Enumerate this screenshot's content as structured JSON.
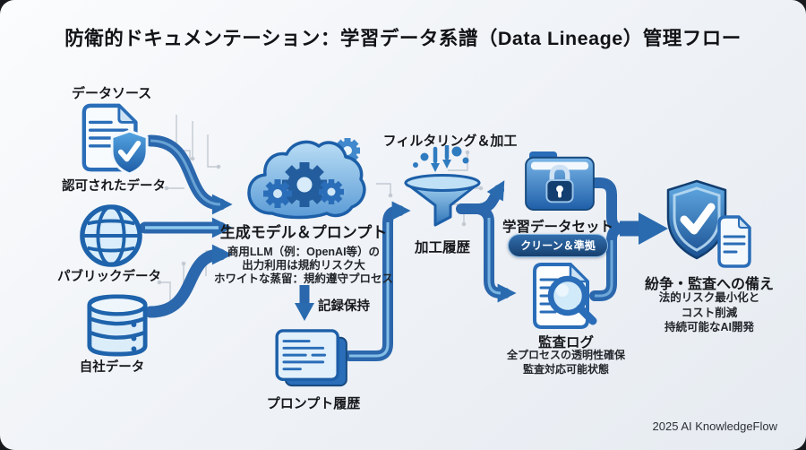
{
  "title": "防衛的ドキュメンテーション：学習データ系譜（Data Lineage）管理フロー",
  "footer": "2025 AI KnowledgeFlow",
  "colors": {
    "arrow_blue": "#2a6bb0",
    "icon_blue": "#2a6db8",
    "badge_bg": "#16406f",
    "badge_text": "#ffffff",
    "background": "#eef2f6"
  },
  "sources": {
    "heading": "データソース",
    "items": [
      {
        "label": "認可されたデータ",
        "icon": "document-shield-check-icon"
      },
      {
        "label": "パブリックデータ",
        "icon": "globe-icon"
      },
      {
        "label": "自社データ",
        "icon": "database-icon"
      }
    ]
  },
  "model": {
    "icon": "cloud-gears-icon",
    "title": "生成モデル＆プロンプト",
    "lines": [
      "商用LLM（例：OpenAI等）の",
      "出力利用は規約リスク大",
      "ホワイトな蒸留：規約遵守プロセス"
    ]
  },
  "record": {
    "label": "記録保持"
  },
  "prompt_history": {
    "icon": "documents-stack-icon",
    "label": "プロンプト履歴"
  },
  "filtering": {
    "icon": "funnel-icon",
    "heading": "フィルタリング＆加工",
    "label": "加工履歴"
  },
  "dataset": {
    "icon": "folder-lock-icon",
    "label": "学習データセット",
    "badge": "クリーン＆準拠"
  },
  "audit": {
    "icon": "document-magnifier-icon",
    "label": "監査ログ",
    "lines": [
      "全プロセスの透明性確保",
      "監査対応可能状態"
    ]
  },
  "outcome": {
    "icon": "shield-check-document-icon",
    "label": "紛争・監査への備え",
    "lines": [
      "法的リスク最小化と",
      "コスト削減",
      "持続可能なAI開発"
    ]
  }
}
